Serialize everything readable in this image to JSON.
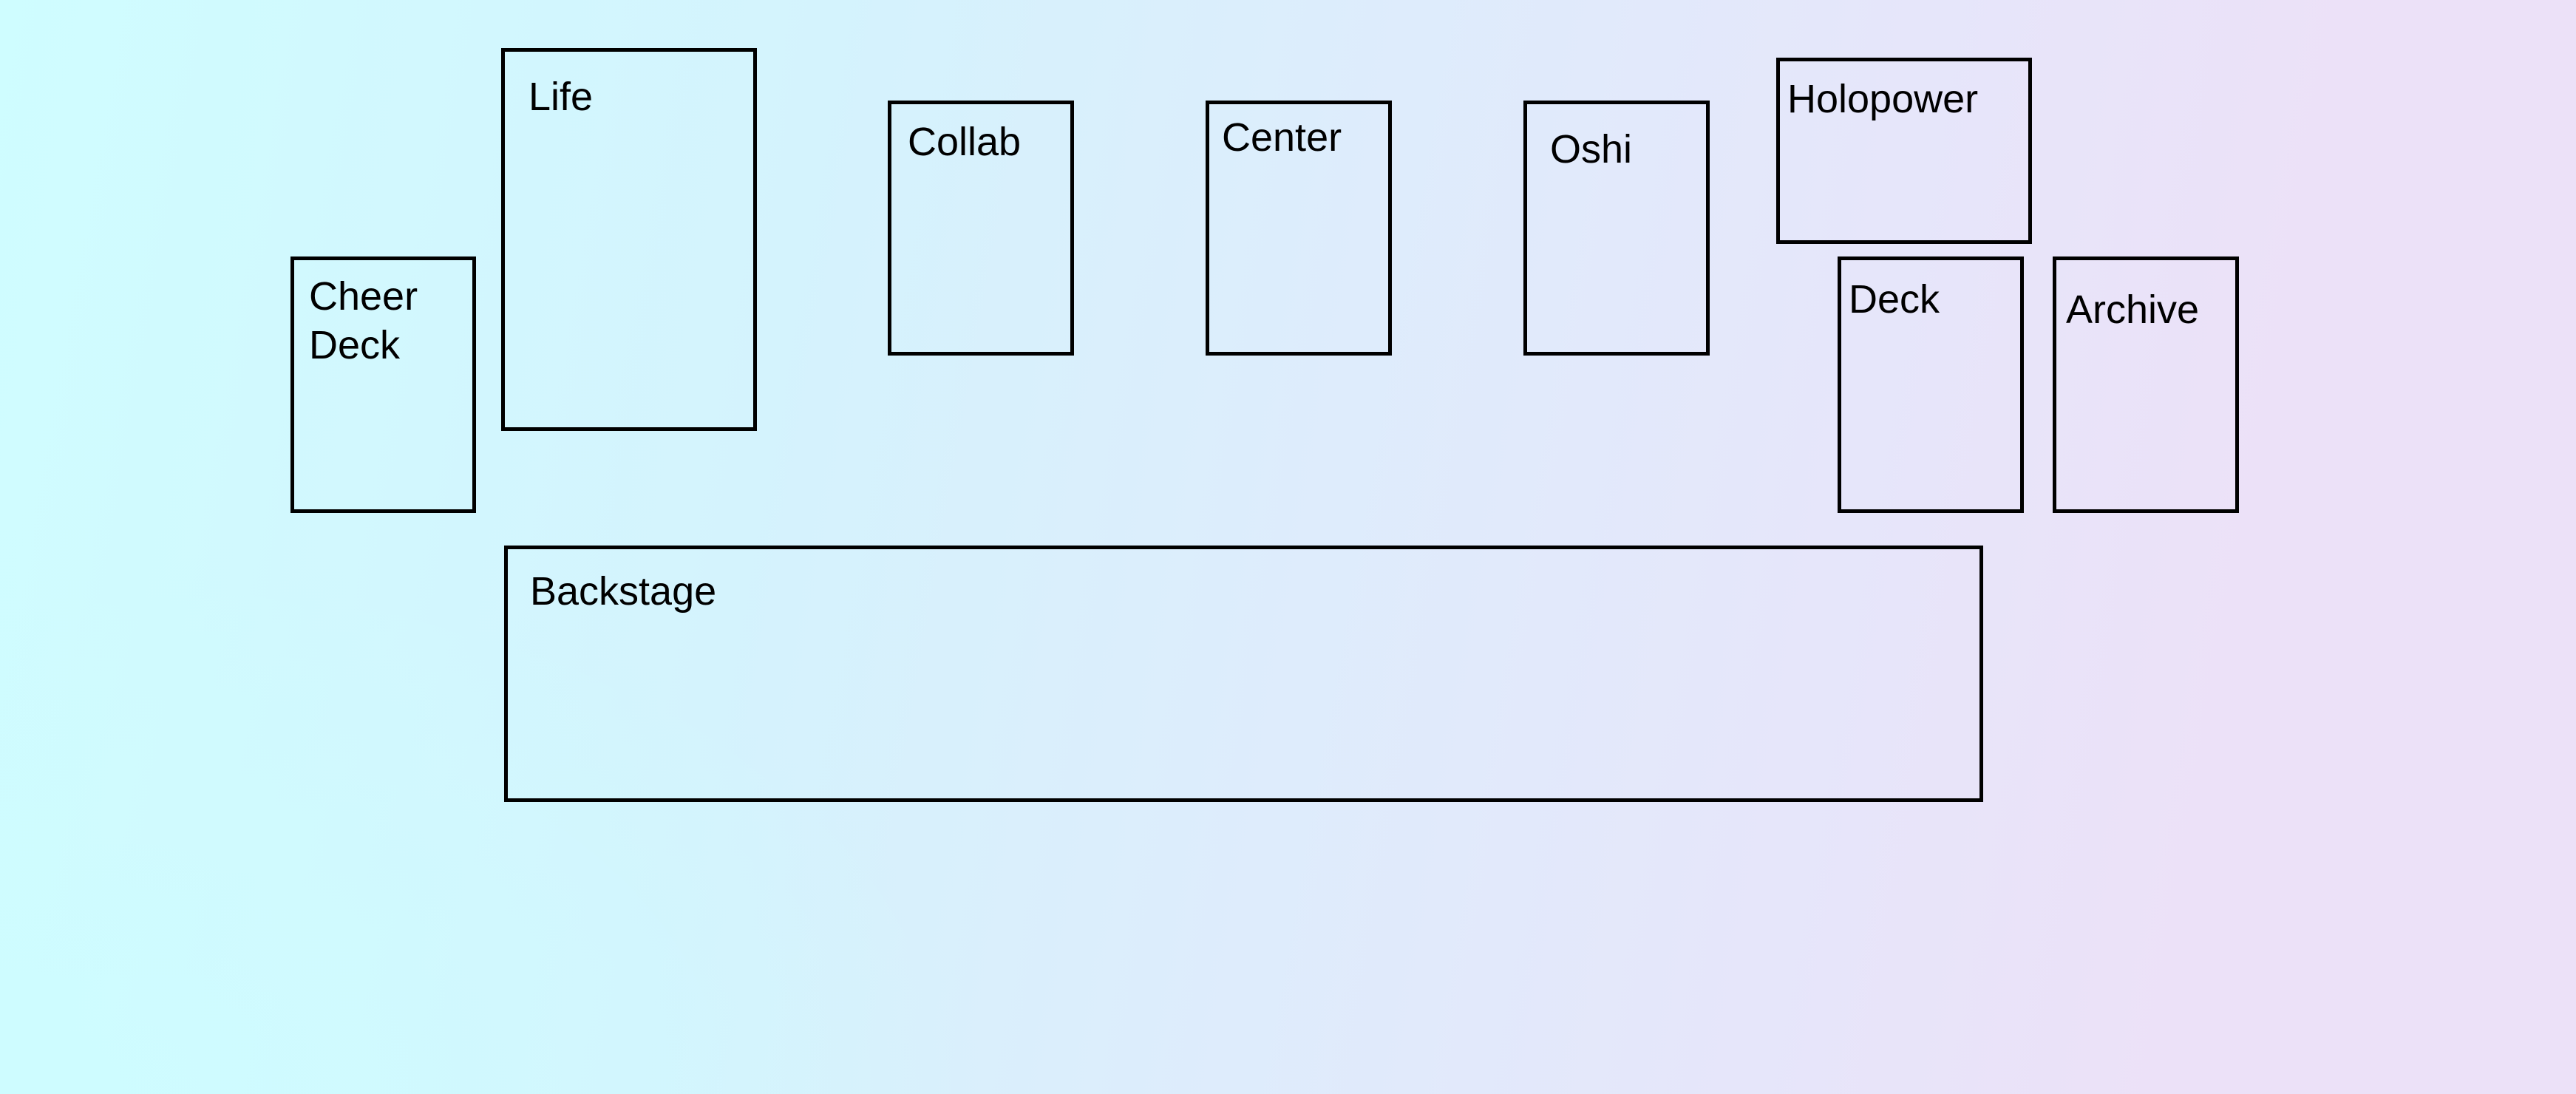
{
  "board": {
    "zones": {
      "cheer_deck": {
        "label": "Cheer Deck"
      },
      "life": {
        "label": "Life"
      },
      "collab": {
        "label": "Collab"
      },
      "center": {
        "label": "Center"
      },
      "oshi": {
        "label": "Oshi"
      },
      "holopower": {
        "label": "Holopower"
      },
      "deck": {
        "label": "Deck"
      },
      "archive": {
        "label": "Archive"
      },
      "backstage": {
        "label": "Backstage"
      }
    }
  }
}
